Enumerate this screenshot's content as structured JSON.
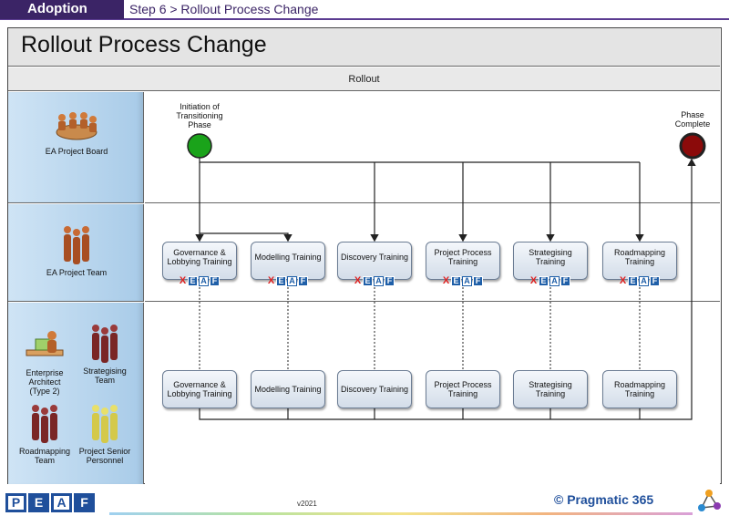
{
  "header": {
    "section": "Adoption",
    "breadcrumb": "Step 6 > Rollout Process Change"
  },
  "title": "Rollout Process Change",
  "phase": "Rollout",
  "lanes": [
    {
      "actors": [
        {
          "label": "EA Project Board",
          "icon": "meeting-board-icon"
        }
      ]
    },
    {
      "actors": [
        {
          "label": "EA Project Team",
          "icon": "team-group-icon"
        }
      ]
    },
    {
      "actors": [
        {
          "label": "Enterprise Architect (Type 2)",
          "icon": "architect-at-desk-icon"
        },
        {
          "label": "Strategising Team",
          "icon": "team-group-icon"
        },
        {
          "label": "Roadmapping Team",
          "icon": "team-group-icon"
        },
        {
          "label": "Project Senior Personnel",
          "icon": "personnel-group-icon"
        }
      ]
    }
  ],
  "events": {
    "start": {
      "label": "Initiation of Transitioning Phase",
      "color": "#1aa31a"
    },
    "end": {
      "label": "Phase Complete",
      "color": "#8b0a0a"
    }
  },
  "tasks_team": [
    "Governance & Lobbying Training",
    "Modelling Training",
    "Discovery Training",
    "Project Process Training",
    "Strategising Training",
    "Roadmapping Training"
  ],
  "tasks_stakeholders": [
    "Governance & Lobbying Training",
    "Modelling Training",
    "Discovery Training",
    "Project Process Training",
    "Strategising Training",
    "Roadmapping Training"
  ],
  "xeaf_badge": {
    "x": "X",
    "letters": [
      "E",
      "A",
      "F"
    ]
  },
  "footer": {
    "logo_letters": [
      "P",
      "E",
      "A",
      "F"
    ],
    "version": "v2021",
    "copyright": "© Pragmatic 365"
  },
  "colors": {
    "accent": "#3b2466",
    "brand_blue": "#1f4f9b",
    "lane_blue": "#b9d6ee"
  }
}
